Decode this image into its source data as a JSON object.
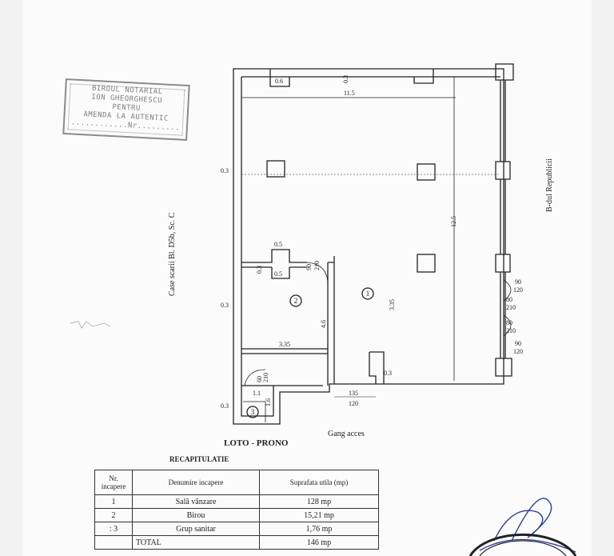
{
  "stamp": {
    "lines": [
      "BIROUL NOTARIAL",
      "ION GHEORGHESCU",
      "PENTRU",
      "AMENDA LA AUTENTIC",
      "............Nr........."
    ]
  },
  "plan": {
    "dims": {
      "d_06": "0.6",
      "d_03_top": "0.3",
      "d_115": "11.5",
      "d_03_left1": "0.3",
      "d_03_left2": "0.3",
      "d_05_a": "0.5",
      "d_05_b": "0.5",
      "d_03_col": "0.3",
      "d_90_210_a": "90",
      "d_90_210_b": "210",
      "d_335_v": "3.35",
      "d_46": "4.6",
      "d_335_h": "3.35",
      "d_125": "12.5",
      "d_03_small": "0.3",
      "d_135": "135",
      "d_120": "120",
      "d_11": "1.1",
      "d_16": "1.6",
      "d_03_left3": "0.3",
      "d_60": "60",
      "d_210_s": "210",
      "r_90_a": "90",
      "r_120_a": "120",
      "r_80_a": "80",
      "r_210_a": "210",
      "r_80_b": "80",
      "r_210_b": "210",
      "r_90_b": "90",
      "r_120_b": "120"
    },
    "rooms": {
      "r1": "1",
      "r2": "2",
      "r3": "3"
    },
    "side_left": "Case scarii Bl. D5b, Sc. C",
    "side_right": "B-dul Republicii",
    "loto": "LOTO - PRONO",
    "gang": "Gang acces"
  },
  "recap": {
    "title": "RECAPITULATIE",
    "headers": [
      "Nr. incapere",
      "Denumire incapere",
      "Suprafata utila (mp)"
    ],
    "rows": [
      {
        "nr": "1",
        "name": "Sală vânzare",
        "area": "128 mp"
      },
      {
        "nr": "2",
        "name": "Birou",
        "area": "15,21 mp"
      },
      {
        "nr": ": 3",
        "name": "Grup sanitar",
        "area": "1,76 mp"
      }
    ],
    "total_label": "TOTAL",
    "total_value": "146 mp"
  }
}
